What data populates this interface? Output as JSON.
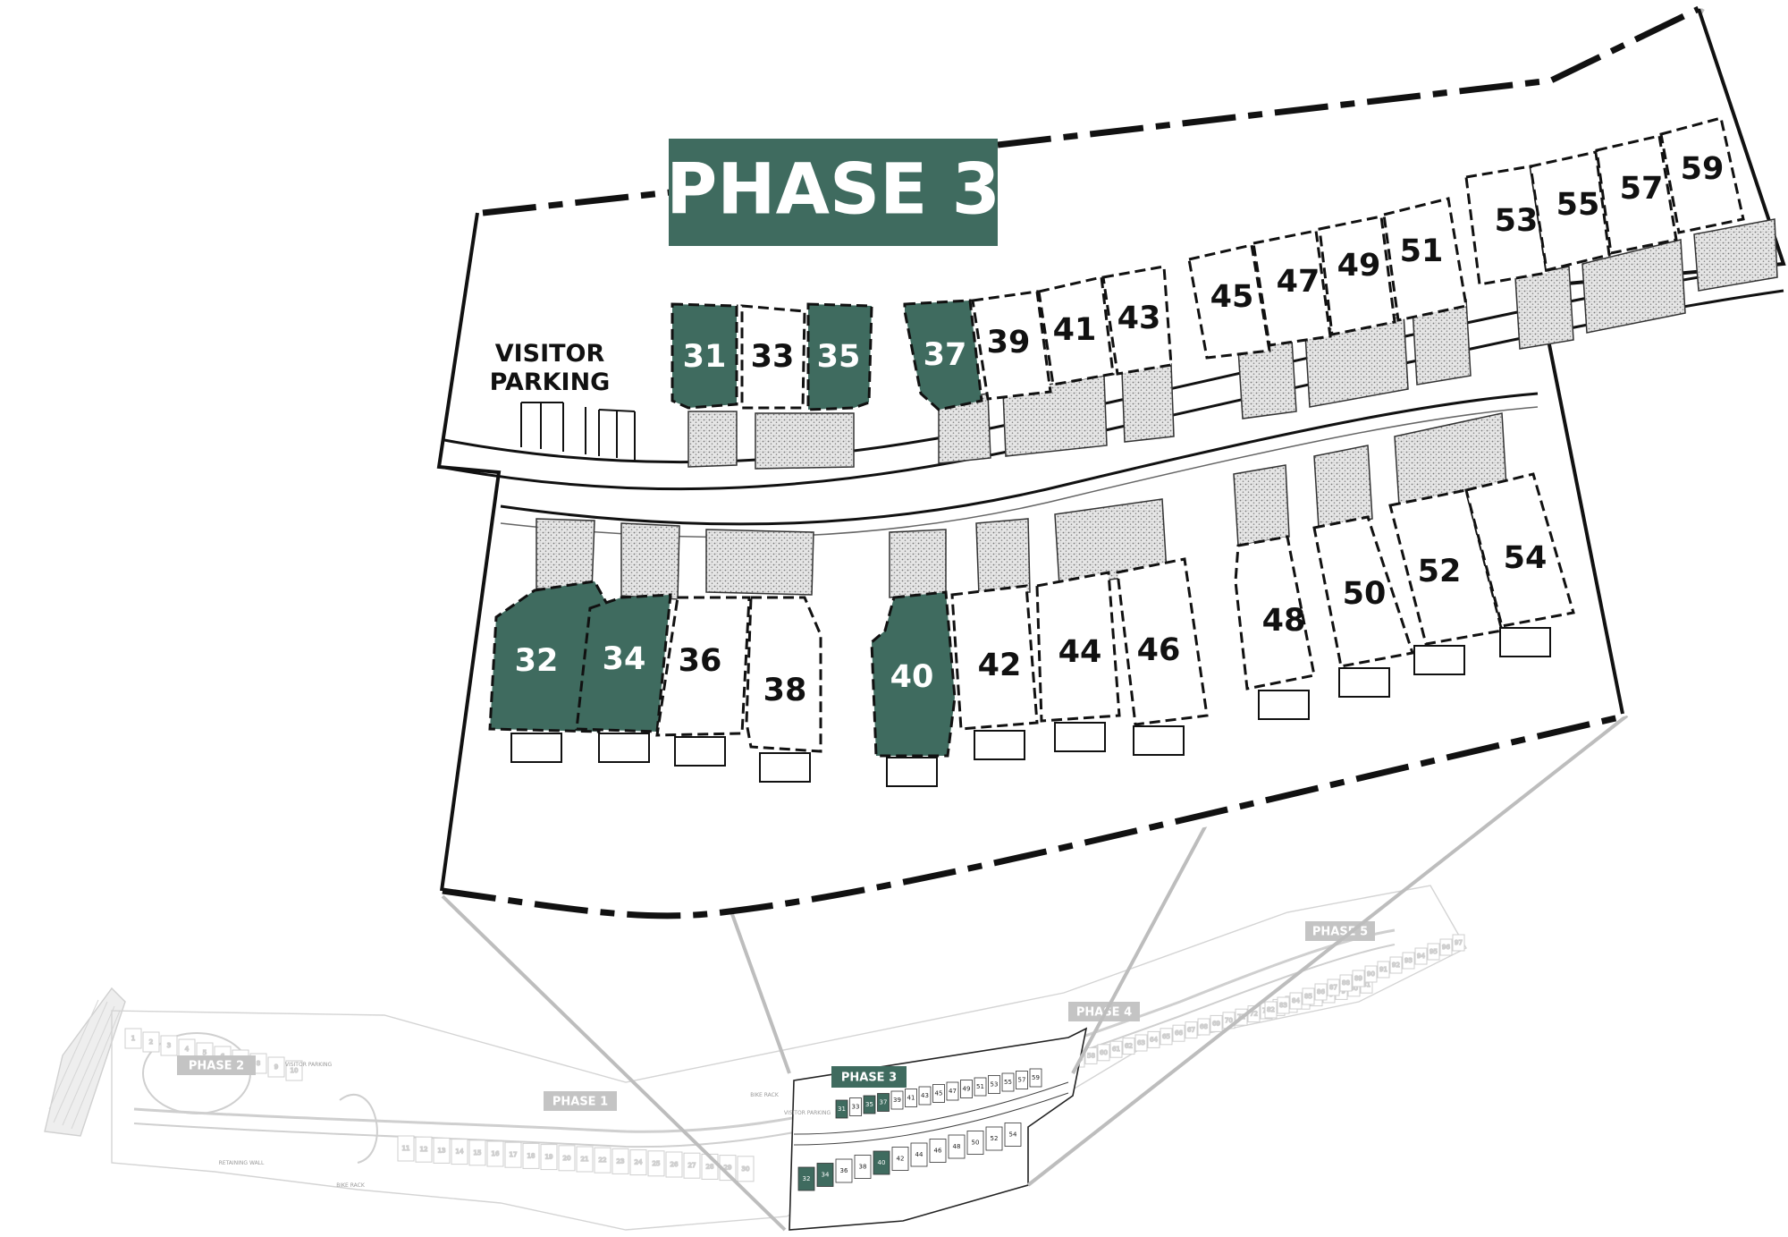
{
  "colors": {
    "highlight": "#3f6b5f",
    "outline": "#111111",
    "connector": "#bdbdbd",
    "overview_stroke": "#c8c8c8",
    "overview_label_bg": "#c4c4c4",
    "paving": "#b8b8b8"
  },
  "phase_title": "PHASE 3",
  "visitor_parking": [
    "VISITOR",
    "PARKING"
  ],
  "lots": [
    {
      "id": "31",
      "available": true
    },
    {
      "id": "33",
      "available": false
    },
    {
      "id": "35",
      "available": true
    },
    {
      "id": "37",
      "available": true
    },
    {
      "id": "39",
      "available": false
    },
    {
      "id": "41",
      "available": false
    },
    {
      "id": "43",
      "available": false
    },
    {
      "id": "45",
      "available": false
    },
    {
      "id": "47",
      "available": false
    },
    {
      "id": "49",
      "available": false
    },
    {
      "id": "51",
      "available": false
    },
    {
      "id": "53",
      "available": false
    },
    {
      "id": "55",
      "available": false
    },
    {
      "id": "57",
      "available": false
    },
    {
      "id": "59",
      "available": false
    },
    {
      "id": "32",
      "available": true
    },
    {
      "id": "34",
      "available": true
    },
    {
      "id": "36",
      "available": false
    },
    {
      "id": "38",
      "available": false
    },
    {
      "id": "40",
      "available": true
    },
    {
      "id": "42",
      "available": false
    },
    {
      "id": "44",
      "available": false
    },
    {
      "id": "46",
      "available": false
    },
    {
      "id": "48",
      "available": false
    },
    {
      "id": "50",
      "available": false
    },
    {
      "id": "52",
      "available": false
    },
    {
      "id": "54",
      "available": false
    }
  ],
  "overview": {
    "phase_labels": {
      "phase1": "PHASE 1",
      "phase2": "PHASE 2",
      "phase3": "PHASE 3",
      "phase4": "PHASE 4",
      "phase5": "PHASE 5"
    },
    "annotations": {
      "visitor_parking": "VISITOR PARKING",
      "visitor_parking_p3": "VISITOR PARKING",
      "bike_rack_1": "BIKE RACK",
      "bike_rack_2": "BIKE RACK",
      "retaining_wall": "RETAINING WALL"
    },
    "phase1_lots": [
      "11",
      "12",
      "13",
      "14",
      "15",
      "16",
      "17",
      "18",
      "19",
      "20",
      "21",
      "22",
      "23",
      "24",
      "25",
      "26",
      "27",
      "28",
      "29",
      "30"
    ],
    "phase2_lots": [
      "1",
      "2",
      "3",
      "4",
      "5",
      "6",
      "7",
      "8",
      "9",
      "10"
    ],
    "phase4_lots": [
      "56",
      "58",
      "60",
      "61",
      "62",
      "63",
      "64",
      "65",
      "66",
      "67",
      "68",
      "69",
      "70",
      "71",
      "72",
      "73",
      "74",
      "75",
      "76",
      "77",
      "78",
      "79",
      "80",
      "81"
    ],
    "phase5_lots": [
      "82",
      "83",
      "84",
      "85",
      "86",
      "87",
      "88",
      "89",
      "90",
      "91",
      "92",
      "93",
      "94",
      "95",
      "96",
      "97"
    ]
  }
}
